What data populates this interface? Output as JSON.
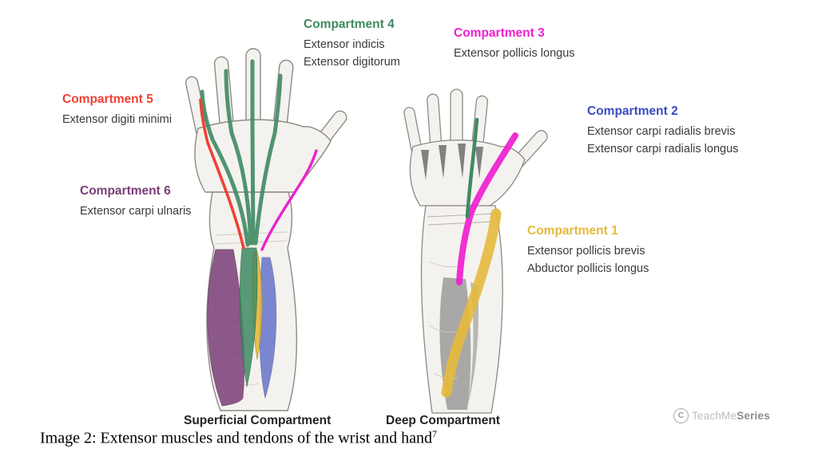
{
  "figure": {
    "compartments": [
      {
        "number": 4,
        "title": "Compartment 4",
        "color": "#3f8a63",
        "muscles": [
          "Extensor indicis",
          "Extensor digitorum"
        ]
      },
      {
        "number": 3,
        "title": "Compartment 3",
        "color": "#ee1fd0",
        "muscles": [
          "Extensor pollicis longus"
        ]
      },
      {
        "number": 5,
        "title": "Compartment 5",
        "color": "#ef4136",
        "muscles": [
          "Extensor digiti minimi"
        ]
      },
      {
        "number": 2,
        "title": "Compartment 2",
        "color": "#3a4dbf",
        "muscles": [
          "Extensor carpi radialis brevis",
          "Extensor carpi radialis longus"
        ]
      },
      {
        "number": 6,
        "title": "Compartment 6",
        "color": "#7a3e78",
        "muscles": [
          "Extensor carpi ulnaris"
        ]
      },
      {
        "number": 1,
        "title": "Compartment 1",
        "color": "#e6b93c",
        "muscles": [
          "Extensor pollicis brevis",
          "Abductor pollicis longus"
        ]
      }
    ],
    "views": [
      {
        "label": "Superficial Compartment"
      },
      {
        "label": "Deep Compartment"
      }
    ]
  },
  "caption": {
    "text": "Image 2: Extensor muscles and tendons of the wrist and hand",
    "superscript": "7"
  },
  "logo": {
    "symbol": "C",
    "name_part1": "TeachMe",
    "name_part2": "Series"
  }
}
